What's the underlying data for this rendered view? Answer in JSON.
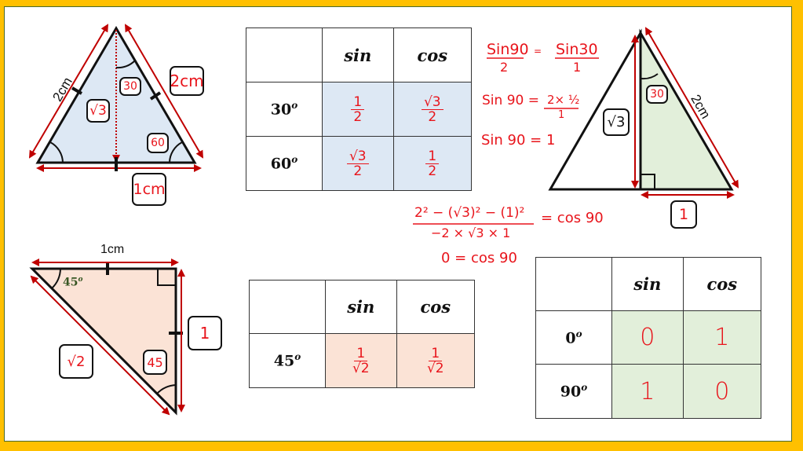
{
  "colors": {
    "frame": "#ffc000",
    "ink_red": "#e8141b",
    "arrow_red": "#c00000",
    "fill_blue": "#dde8f4",
    "fill_green": "#e2efda",
    "fill_peach": "#fbe3d6",
    "angle_green": "#375623"
  },
  "equilateral": {
    "side_left_label": "2cm",
    "side_right_label": "2cm",
    "base_half_label": "1cm",
    "height_label": "√3",
    "apex_angle_label": "30",
    "base_angle_label": "60"
  },
  "table_30_60": {
    "headers": [
      "",
      "sin",
      "cos"
    ],
    "rows": [
      {
        "angle": "30",
        "deg": "o",
        "sin": {
          "num": "1",
          "den": "2"
        },
        "cos": {
          "num": "√3",
          "den": "2"
        }
      },
      {
        "angle": "60",
        "deg": "o",
        "sin": {
          "num": "√3",
          "den": "2"
        },
        "cos": {
          "num": "1",
          "den": "2"
        }
      }
    ]
  },
  "working": {
    "line1_lhs_num": "Sin90",
    "line1_lhs_den": "2",
    "line1_eq": "=",
    "line1_rhs_num": "Sin30",
    "line1_rhs_den": "1",
    "line2_lhs": "Sin 90 =",
    "line2_rhs_num": "2× ½",
    "line2_rhs_den": "1",
    "line3": "Sin 90 =  1",
    "cosine_num": "2² − (√3)² − (1)²",
    "cosine_den": "−2 × √3 × 1",
    "cosine_rhs": "=  cos 90",
    "result": "0 = cos 90"
  },
  "right_triangle_30": {
    "hypotenuse_label": "2cm",
    "height_label": "√3",
    "base_label": "1",
    "angle_label": "30"
  },
  "triangle_45": {
    "top_label": "1cm",
    "angle_top_label": "45",
    "angle_top_deg": "o",
    "side_label": "1",
    "hypotenuse_label": "√2",
    "angle_bottom_label": "45"
  },
  "table_45": {
    "headers": [
      "",
      "sin",
      "cos"
    ],
    "rows": [
      {
        "angle": "45",
        "deg": "o",
        "sin": {
          "num": "1",
          "den": "√2"
        },
        "cos": {
          "num": "1",
          "den": "√2"
        }
      }
    ]
  },
  "table_0_90": {
    "headers": [
      "",
      "sin",
      "cos"
    ],
    "rows": [
      {
        "angle": "0",
        "deg": "o",
        "sin": "0",
        "cos": "1"
      },
      {
        "angle": "90",
        "deg": "o",
        "sin": "1",
        "cos": "0"
      }
    ]
  }
}
